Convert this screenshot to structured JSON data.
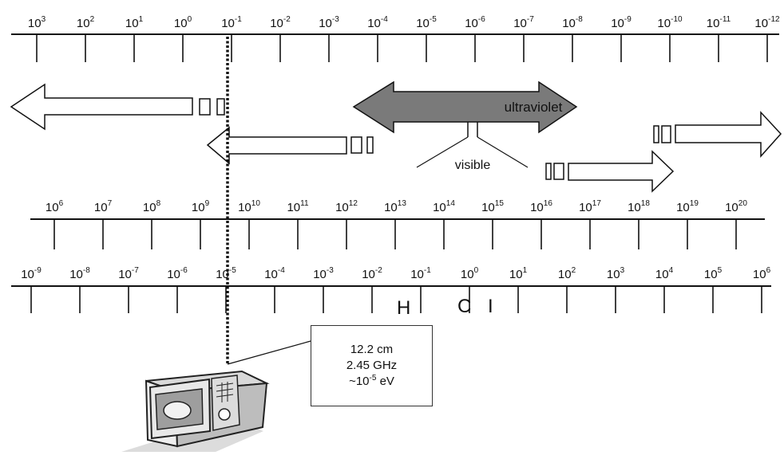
{
  "wavelength_axis": {
    "labels": [
      {
        "base": "10",
        "exp": "3"
      },
      {
        "base": "10",
        "exp": "2"
      },
      {
        "base": "10",
        "exp": "1"
      },
      {
        "base": "10",
        "exp": "0"
      },
      {
        "base": "10",
        "exp": "-1"
      },
      {
        "base": "10",
        "exp": "-2"
      },
      {
        "base": "10",
        "exp": "-3"
      },
      {
        "base": "10",
        "exp": "-4"
      },
      {
        "base": "10",
        "exp": "-5"
      },
      {
        "base": "10",
        "exp": "-6"
      },
      {
        "base": "10",
        "exp": "-7"
      },
      {
        "base": "10",
        "exp": "-8"
      },
      {
        "base": "10",
        "exp": "-9"
      },
      {
        "base": "10",
        "exp": "-10"
      },
      {
        "base": "10",
        "exp": "-11"
      },
      {
        "base": "10",
        "exp": "-12"
      }
    ]
  },
  "frequency_axis": {
    "labels": [
      {
        "base": "10",
        "exp": "6"
      },
      {
        "base": "10",
        "exp": "7"
      },
      {
        "base": "10",
        "exp": "8"
      },
      {
        "base": "10",
        "exp": "9"
      },
      {
        "base": "10",
        "exp": "10"
      },
      {
        "base": "10",
        "exp": "11"
      },
      {
        "base": "10",
        "exp": "12"
      },
      {
        "base": "10",
        "exp": "13"
      },
      {
        "base": "10",
        "exp": "14"
      },
      {
        "base": "10",
        "exp": "15"
      },
      {
        "base": "10",
        "exp": "16"
      },
      {
        "base": "10",
        "exp": "17"
      },
      {
        "base": "10",
        "exp": "18"
      },
      {
        "base": "10",
        "exp": "19"
      },
      {
        "base": "10",
        "exp": "20"
      }
    ]
  },
  "energy_axis": {
    "labels": [
      {
        "base": "10",
        "exp": "-9"
      },
      {
        "base": "10",
        "exp": "-8"
      },
      {
        "base": "10",
        "exp": "-7"
      },
      {
        "base": "10",
        "exp": "-6"
      },
      {
        "base": "10",
        "exp": "-5"
      },
      {
        "base": "10",
        "exp": "-4"
      },
      {
        "base": "10",
        "exp": "-3"
      },
      {
        "base": "10",
        "exp": "-2"
      },
      {
        "base": "10",
        "exp": "-1"
      },
      {
        "base": "10",
        "exp": "0"
      },
      {
        "base": "10",
        "exp": "1"
      },
      {
        "base": "10",
        "exp": "2"
      },
      {
        "base": "10",
        "exp": "3"
      },
      {
        "base": "10",
        "exp": "4"
      },
      {
        "base": "10",
        "exp": "5"
      },
      {
        "base": "10",
        "exp": "6"
      }
    ]
  },
  "bands": {
    "ultraviolet": "ultraviolet",
    "visible": "visible"
  },
  "bond_symbols": {
    "h": "H",
    "c": "C",
    "i": "I"
  },
  "callout": {
    "wavelength": "12.2 cm",
    "frequency": "2.45 GHz",
    "energy_prefix": "~10",
    "energy_exp": "-5",
    "energy_unit": " eV"
  },
  "colors": {
    "ultraviolet_fill": "#7a7a7a",
    "ink": "#111111",
    "microwave_body": "#c8c8c8"
  }
}
